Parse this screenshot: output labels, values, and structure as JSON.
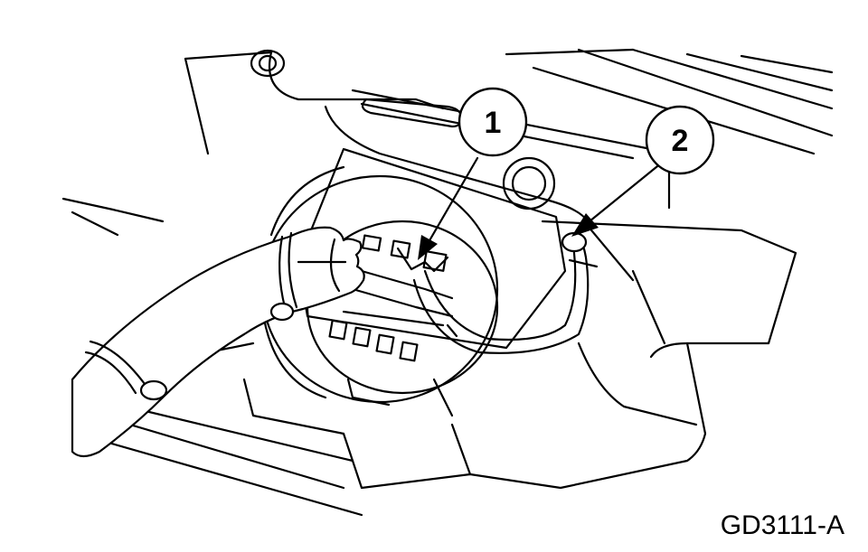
{
  "callouts": [
    {
      "number": "1"
    },
    {
      "number": "2"
    }
  ],
  "figure_code": "GD3111-A",
  "colors": {
    "line": "#000000",
    "background": "#ffffff"
  }
}
